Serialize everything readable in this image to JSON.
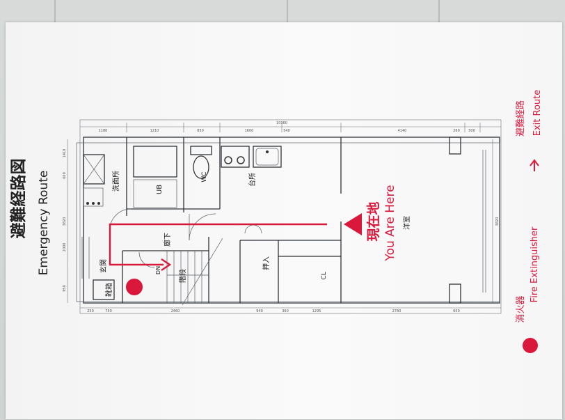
{
  "title": {
    "ja": "避難経路図",
    "en": "Emergency Route"
  },
  "you_are_here": {
    "ja": "現在地",
    "en": "You Are Here"
  },
  "legend": {
    "extinguisher": {
      "ja": "消火器",
      "en": "Fire Extinguisher"
    },
    "route": {
      "ja": "避難経路",
      "en": "Exit Route"
    }
  },
  "rooms": {
    "washroom": "洗面所",
    "ub": "UB",
    "wc": "WC",
    "kitchen": "台所",
    "hallway": "廊下",
    "stairs": "階段",
    "dn": "DN",
    "entrance": "玄関",
    "shoe_cabinet": "靴箱",
    "closet": "押入",
    "cl": "CL",
    "western": "洋室"
  },
  "dims": {
    "top": [
      "10360",
      "1180",
      "1210",
      "830",
      "1600",
      "540",
      "4140",
      "260",
      "500"
    ],
    "bottom": [
      "250",
      "750",
      "2460",
      "940",
      "360",
      "1295",
      "2780",
      "650"
    ],
    "left": [
      "3820",
      "2000",
      "600",
      "1410",
      "950"
    ],
    "right": [
      "3820"
    ]
  },
  "colors": {
    "route": "#d9183b",
    "linework": "#2f3338",
    "paper": "#f6f6f7"
  }
}
